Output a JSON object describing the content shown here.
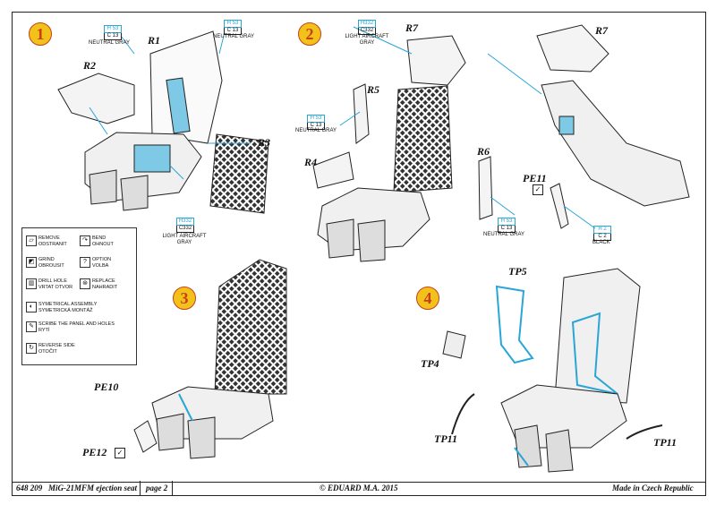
{
  "steps": [
    "1",
    "2",
    "3",
    "4"
  ],
  "parts": {
    "r1": "R1",
    "r2": "R2",
    "r3": "R3",
    "r4": "R4",
    "r5": "R5",
    "r6": "R6",
    "r7a": "R7",
    "r7b": "R7",
    "pe10": "PE10",
    "pe11": "PE11",
    "pe12": "PE12",
    "tp4": "TP4",
    "tp5": "TP5",
    "tp11a": "TP11",
    "tp11b": "TP11"
  },
  "colors": {
    "neutral_gray_1": {
      "h": "H 53",
      "c": "C 13",
      "name": "NEUTRAL GRAY"
    },
    "neutral_gray_2": {
      "h": "H 53",
      "c": "C 13",
      "name": "NEUTRAL GRAY"
    },
    "light_ac_gray_1": {
      "h": "H332",
      "c": "C332",
      "name": "LIGHT AIRCRAFT GRAY"
    },
    "light_ac_gray_2": {
      "h": "H332",
      "c": "C332",
      "name": "LIGHT AIRCRAFT GRAY"
    },
    "neutral_gray_3": {
      "h": "H 53",
      "c": "C 13",
      "name": "NEUTRAL GRAY"
    },
    "neutral_gray_4": {
      "h": "H 53",
      "c": "C 13",
      "name": "NEUTRAL GRAY"
    },
    "black": {
      "h": "H 2",
      "c": "C 2",
      "name": "BLACK"
    }
  },
  "legend": [
    {
      "icon": "remove-icon",
      "glyph": "▱",
      "line1": "REMOVE",
      "line2": "ODSTRANIT"
    },
    {
      "icon": "bend-icon",
      "glyph": "↷",
      "line1": "BEND",
      "line2": "OHNOUT"
    },
    {
      "icon": "grind-icon",
      "glyph": "◩",
      "line1": "GRIND",
      "line2": "OBROUSIT"
    },
    {
      "icon": "option-icon",
      "glyph": "?",
      "line1": "OPTION",
      "line2": "VOLBA"
    },
    {
      "icon": "drill-icon",
      "glyph": "▥",
      "line1": "DRILL HOLE",
      "line2": "VRTAT OTVOR"
    },
    {
      "icon": "replace-icon",
      "glyph": "⊛",
      "line1": "REPLACE",
      "line2": "NAHRADIT"
    },
    {
      "icon": "symmetrical-icon",
      "glyph": "◐",
      "line1": "SYMETRICAL ASSEMBLY",
      "line2": "SYMETRICKÁ MONTÁŽ"
    },
    {
      "icon": "scribe-icon",
      "glyph": "✎",
      "line1": "SCRIBE THE PANEL AND HOLES",
      "line2": "RYTÍ"
    },
    {
      "icon": "reverse-icon",
      "glyph": "↻",
      "line1": "REVERSE SIDE",
      "line2": "OTOČIT"
    }
  ],
  "footer": {
    "code": "648 209",
    "title": "MiG-21MFM ejection seat",
    "page": "page 2",
    "copyright": "© EDUARD  M.A. 2015",
    "origin": "Made in Czech Republic"
  }
}
